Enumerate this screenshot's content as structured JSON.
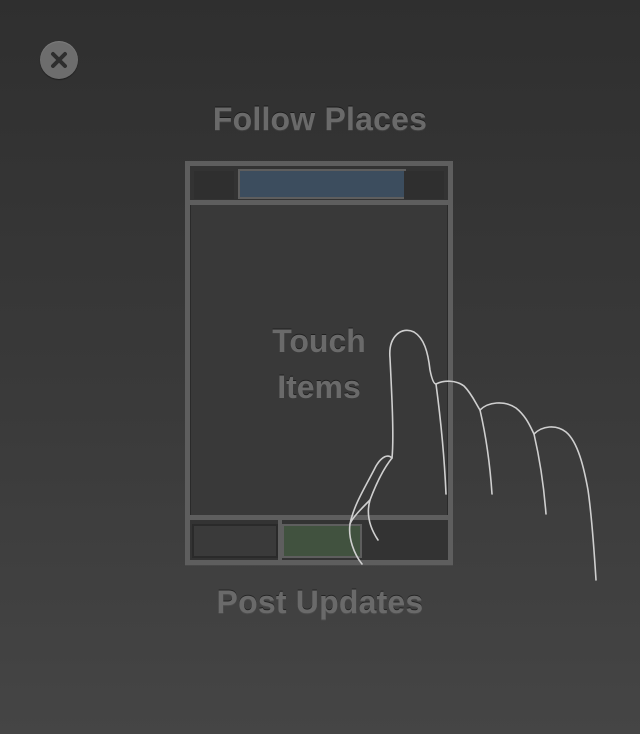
{
  "close_button": {
    "icon": "close-icon"
  },
  "headings": {
    "top": "Follow Places",
    "bottom": "Post Updates"
  },
  "phone": {
    "center_line1": "Touch",
    "center_line2": "Items",
    "colors": {
      "top_bar_accent": "#3c4d5e",
      "bottom_tab_accent": "#41523f",
      "frame": "#5e5e5e"
    }
  },
  "illustration": {
    "icon": "pointing-hand-icon"
  }
}
